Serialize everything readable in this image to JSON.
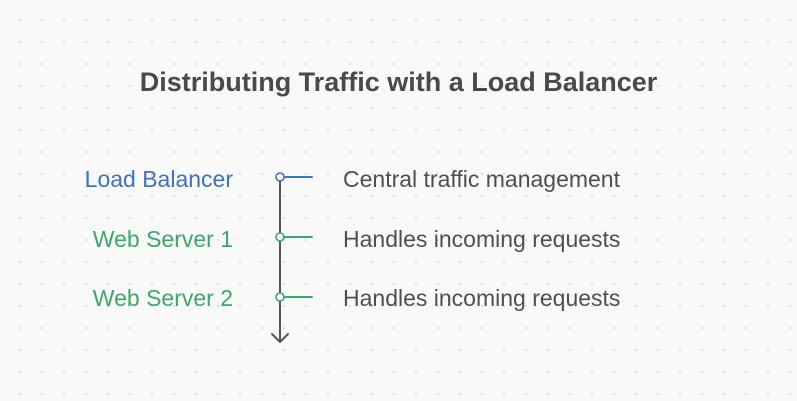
{
  "title": "Distributing Traffic with a Load Balancer",
  "colors": {
    "title": "#4a4a4a",
    "description": "#4f4f4f",
    "axis": "#555555",
    "load_balancer": "#3a73c4",
    "web_server": "#3aa86b"
  },
  "steps": [
    {
      "label": "Load Balancer",
      "description": "Central traffic management",
      "color": "#3a73c4"
    },
    {
      "label": "Web Server 1",
      "description": "Handles incoming requests",
      "color": "#3aa86b"
    },
    {
      "label": "Web Server 2",
      "description": "Handles incoming requests",
      "color": "#3aa86b"
    }
  ]
}
